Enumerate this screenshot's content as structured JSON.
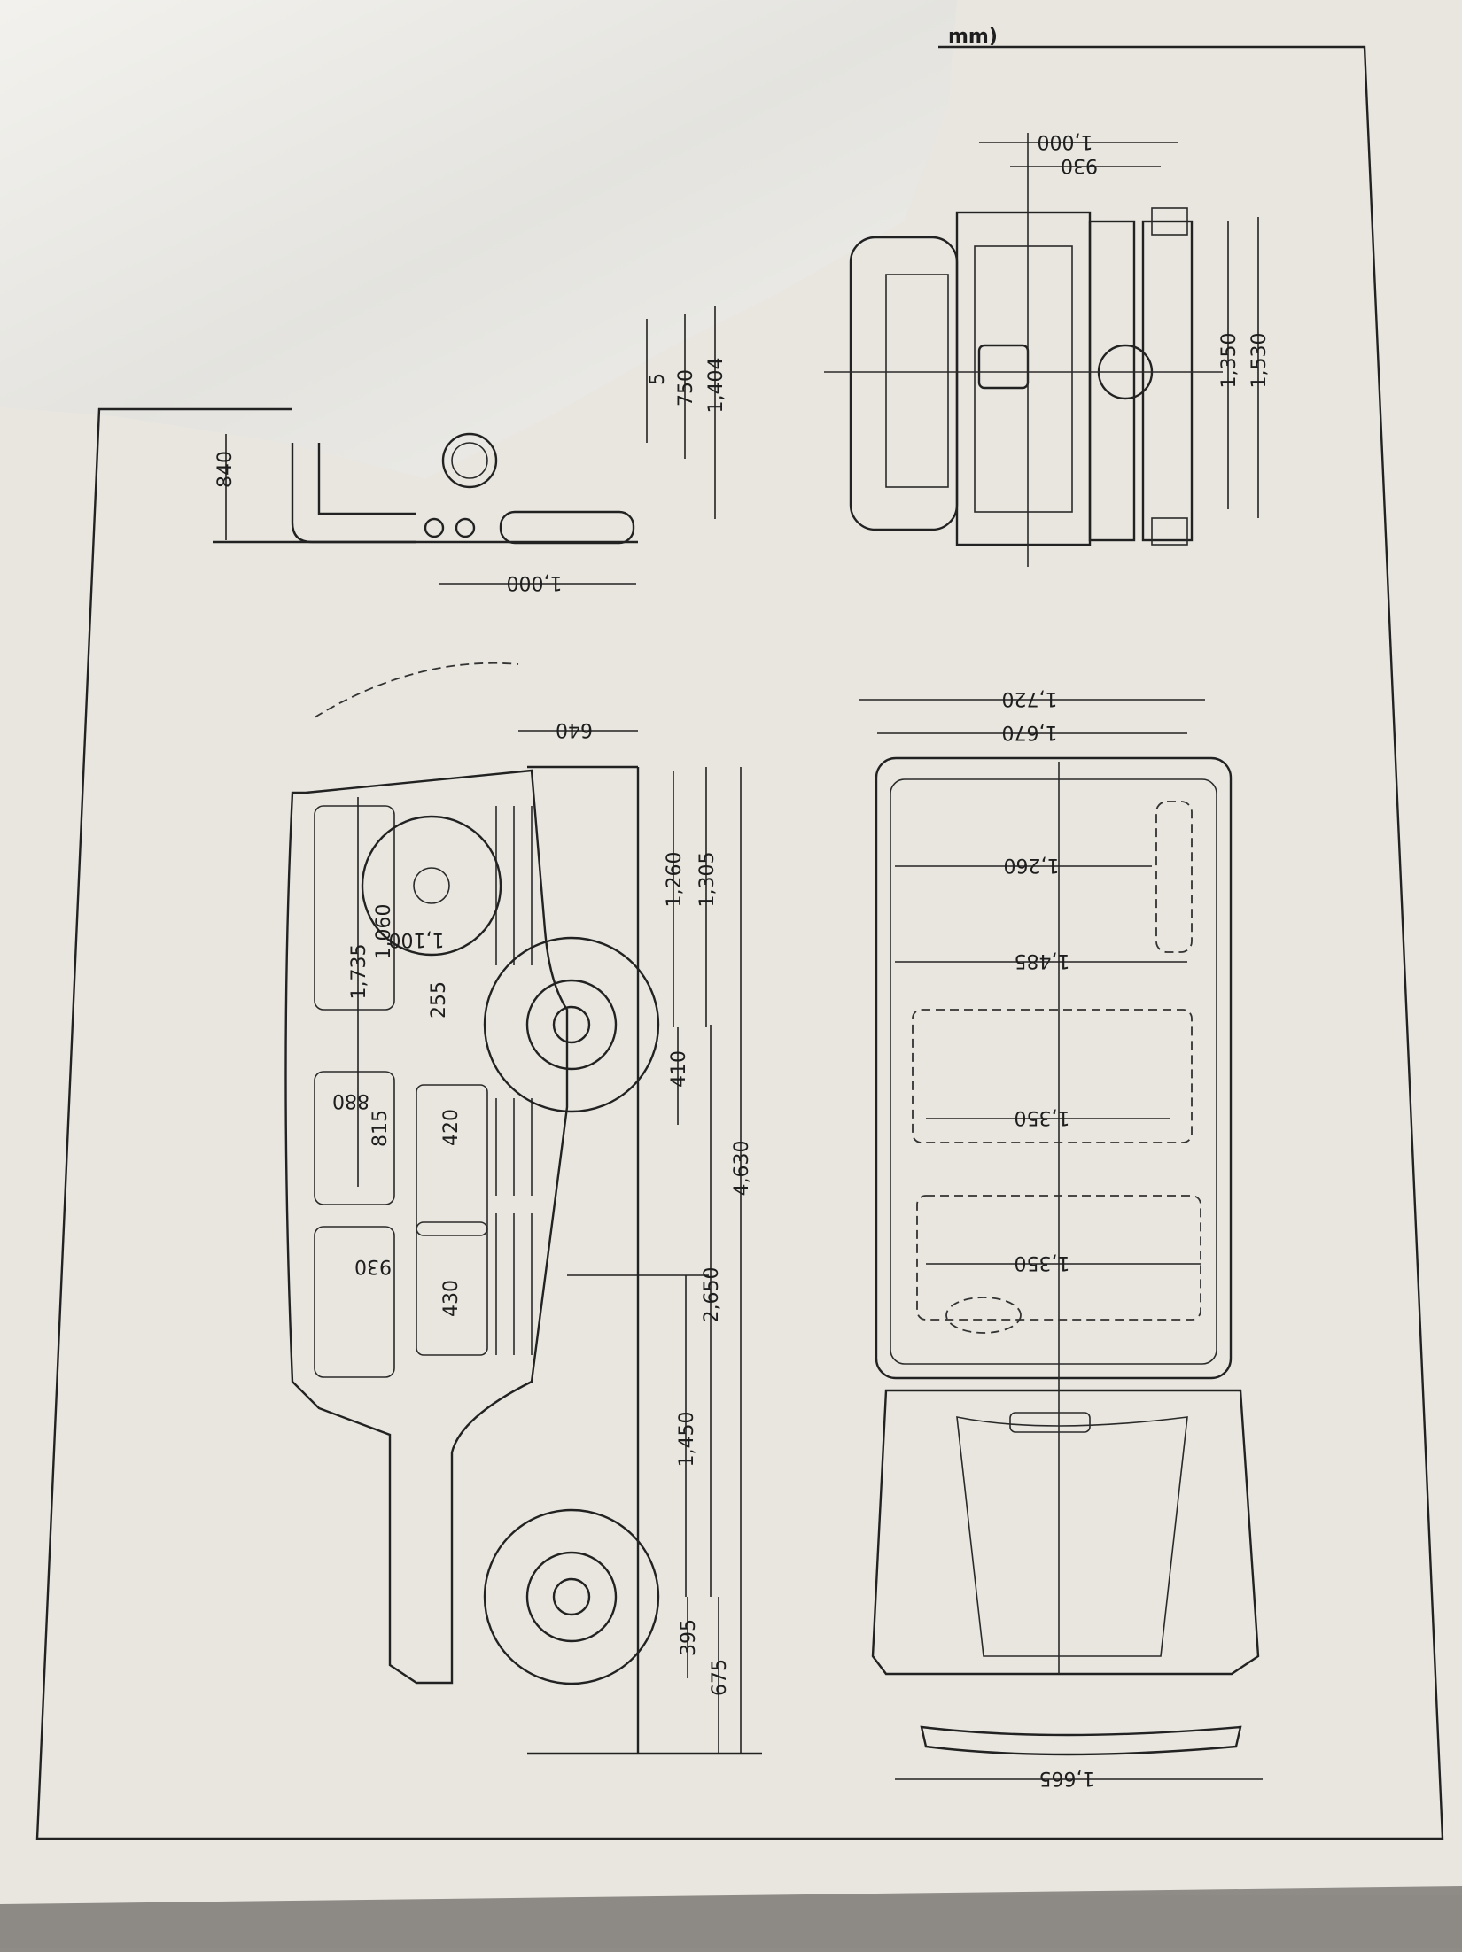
{
  "unit_label": "mm)",
  "colors": {
    "paper": "#e8e6df",
    "ink": "#1e1e1e",
    "background": "#8f8c88"
  },
  "front_view": {
    "dims": [
      "1,000",
      "930",
      "1,350",
      "1,530"
    ]
  },
  "rear_partial_view": {
    "dims": [
      "840",
      "5",
      "750",
      "1,404",
      "1,000"
    ]
  },
  "side_view": {
    "dims": [
      "640",
      "1,260",
      "1,305",
      "1,060",
      "1,100",
      "1,735",
      "255",
      "410",
      "880",
      "815",
      "420",
      "4,630",
      "930",
      "430",
      "2,650",
      "1,450",
      "395",
      "675"
    ]
  },
  "top_view": {
    "dims": [
      "1,720",
      "1,670",
      "1,260",
      "1,485",
      "1,350",
      "1,350",
      "1,665"
    ]
  }
}
